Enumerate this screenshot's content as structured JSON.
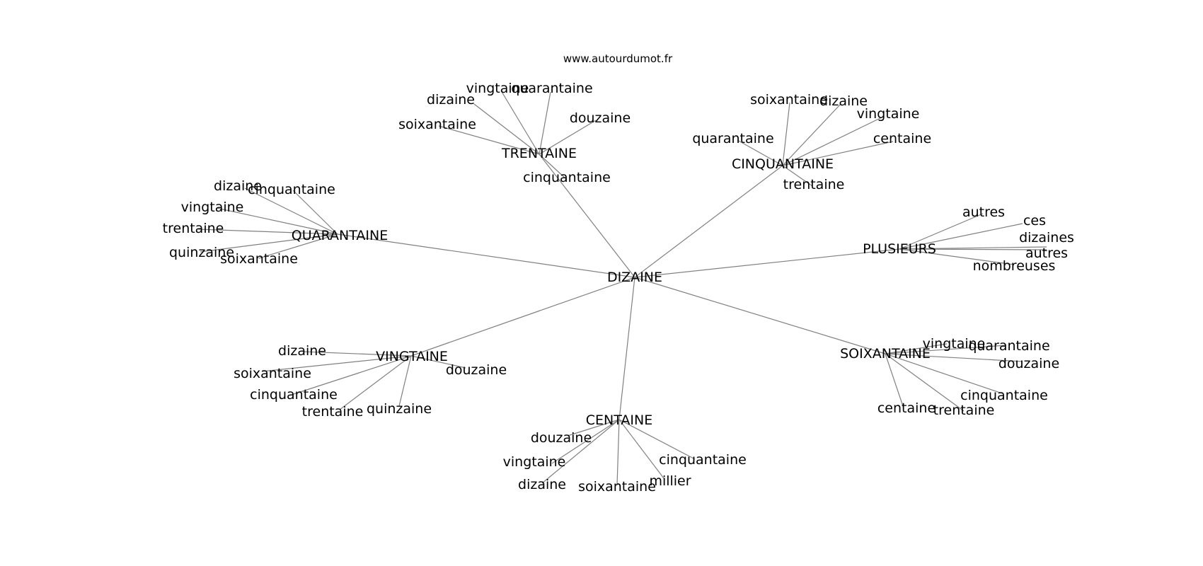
{
  "credit": "www.autourdumot.fr",
  "center": "DIZAINE",
  "clusters": [
    {
      "label": "TRENTAINE",
      "leaves": [
        "vingtaine",
        "quarantaine",
        "dizaine",
        "douzaine",
        "soixantaine",
        "cinquantaine"
      ]
    },
    {
      "label": "CINQUANTAINE",
      "leaves": [
        "soixantaine",
        "dizaine",
        "vingtaine",
        "quarantaine",
        "centaine",
        "trentaine"
      ]
    },
    {
      "label": "QUARANTAINE",
      "leaves": [
        "dizaine",
        "cinquantaine",
        "vingtaine",
        "trentaine",
        "quinzaine",
        "soixantaine"
      ]
    },
    {
      "label": "PLUSIEURS",
      "leaves": [
        "autres",
        "ces",
        "dizaines",
        "autres",
        "nombreuses"
      ]
    },
    {
      "label": "VINGTAINE",
      "leaves": [
        "dizaine",
        "soixantaine",
        "douzaine",
        "cinquantaine",
        "trentaine",
        "quinzaine"
      ]
    },
    {
      "label": "SOIXANTAINE",
      "leaves": [
        "vingtaine",
        "quarantaine",
        "douzaine",
        "cinquantaine",
        "centaine",
        "trentaine"
      ]
    },
    {
      "label": "CENTAINE",
      "leaves": [
        "douzaine",
        "vingtaine",
        "cinquantaine",
        "millier",
        "dizaine",
        "soixantaine"
      ]
    }
  ]
}
